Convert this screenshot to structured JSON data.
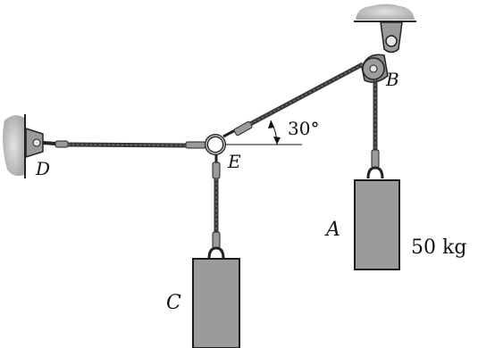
{
  "labels": {
    "point_a": "A",
    "point_b": "B",
    "point_c": "C",
    "point_d": "D",
    "point_e": "E",
    "angle": "30°",
    "mass_a": "50 kg"
  },
  "colors": {
    "cable": "#3a3a3a",
    "block_fill": "#9b9b9b",
    "block_stroke": "#1a1a1a",
    "support": "#cfcfcf",
    "background": "#ffffff"
  }
}
